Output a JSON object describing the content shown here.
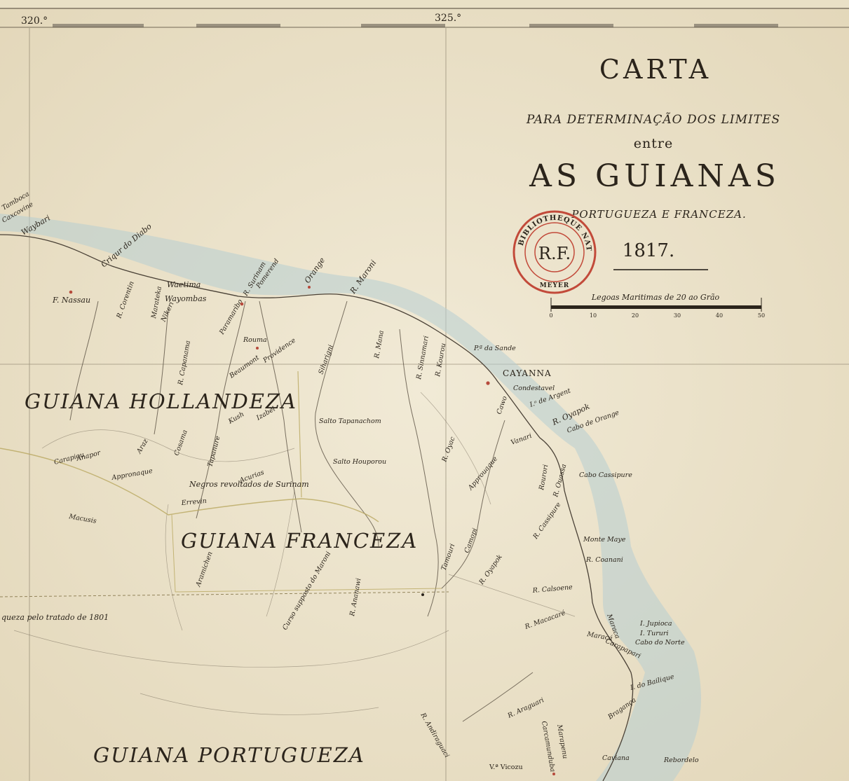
{
  "title": {
    "main": "CARTA",
    "line2": "PARA DETERMINAÇÃO DOS LIMITES",
    "line3": "entre",
    "line4": "AS GUIANAS",
    "line5": "PORTUGUEZA E FRANCEZA.",
    "year": "1817."
  },
  "scale": {
    "label": "Legoas Maritimas de 20 ao Grão",
    "ticks": [
      "0",
      "10",
      "20",
      "30",
      "40",
      "50"
    ]
  },
  "stamp": {
    "outer": "BIBLIOTHEQUE NATIONALE",
    "inner": "R.F.",
    "bottom": "MEYER"
  },
  "graticule": [
    "320.°",
    "325.°"
  ],
  "regions": {
    "hollandeza": "GUIANA HOLLANDEZA",
    "franceza": "GUIANA FRANCEZA",
    "portugueza": "GUIANA PORTUGUEZA"
  },
  "places": [
    "F. Nassau",
    "R. Corentin",
    "Criqur do Diabo",
    "Waybari",
    "Waetima",
    "Wayombas",
    "Nikeri",
    "R. Capanama",
    "Marateka",
    "Paramaribo",
    "R. Surinam",
    "Pomerend",
    "Orange",
    "R. Maroni",
    "Rouma",
    "Beaumont",
    "Providence",
    "Siharigni",
    "R. Mana",
    "R. Sinnamari",
    "R. Kourou",
    "P.ª da Sande",
    "CAYANNA",
    "Condestavel",
    "I.ᵃ de Argent",
    "R. Oyapok",
    "Cabo de Orange",
    "Cabo Cassipure",
    "Monte Maye",
    "R. Coanani",
    "R. Calsoene",
    "R. Macacaré",
    "Maraca",
    "I. Jupioca",
    "I. Tururi",
    "Cabo do Norte",
    "Carapapari",
    "I. do Bailique",
    "Bragança",
    "R. Araguari",
    "Caviana",
    "Rebordelo",
    "V.ª Vicozu",
    "Salto Tapanachom",
    "Salto Houporou",
    "Negros revoltados de Surinam",
    "Errevin",
    "Macusis",
    "Carapiou",
    "Anapor",
    "Araz",
    "Cosama",
    "Appronaque",
    "Tapanure",
    "Acurias",
    "Kush",
    "Izabel",
    "Approuaque",
    "R. Oyac",
    "Cawo",
    "Vanari",
    "R. Oyapok",
    "Tamouri",
    "Camopi",
    "Aramichen",
    "Curso supposto do Maroni",
    "R. Ananawi",
    "R. Andiraguaci",
    "R. Cassipure",
    "R. Ouassa",
    "Rourori",
    "Maracá",
    "Carcamunduba",
    "Marapenu",
    "Caxcovine",
    "Tamboca",
    "queza pelo tratado de 1801"
  ]
}
